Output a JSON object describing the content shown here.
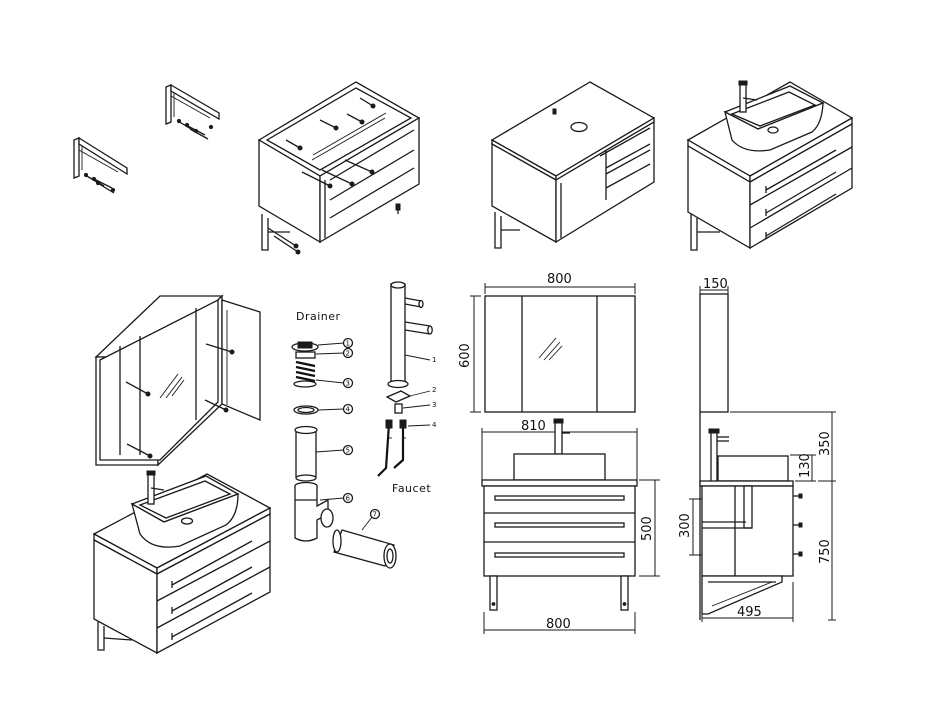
{
  "labels": {
    "drainer": "Drainer",
    "faucet": "Faucet"
  },
  "parts": {
    "drainer": [
      "1",
      "2",
      "3",
      "4",
      "5",
      "6",
      "7"
    ],
    "faucet": [
      "1",
      "2",
      "3",
      "4"
    ]
  },
  "dimensions": {
    "mirror_width": "800",
    "mirror_height": "600",
    "mirror_depth": "150",
    "top_width": "810",
    "cabinet_height": "500",
    "cabinet_width": "800",
    "basin_height": "350",
    "basin_rim": "130",
    "drain_height": "300",
    "mount_height": "750",
    "cabinet_depth": "495"
  }
}
